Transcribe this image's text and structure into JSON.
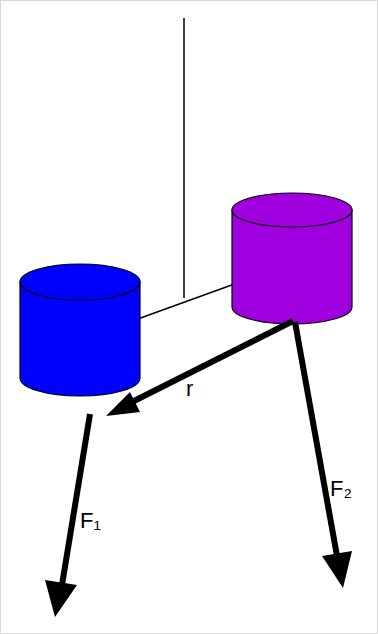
{
  "diagram": {
    "labels": [
      "r",
      "F₁",
      "F₂"
    ]
  }
}
